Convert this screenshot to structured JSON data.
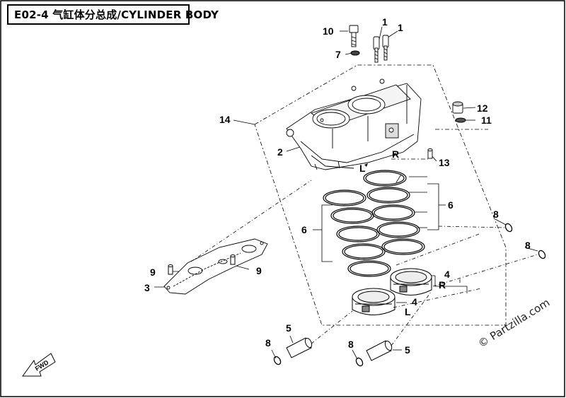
{
  "title": "E02-4 气缸体分总成/CYLINDER BODY",
  "watermark": "© Partzilla.com",
  "fwd_label": "FWD",
  "callouts": [
    {
      "id": "c1a",
      "text": "1"
    },
    {
      "id": "c1b",
      "text": "1"
    },
    {
      "id": "c10",
      "text": "10"
    },
    {
      "id": "c7",
      "text": "7"
    },
    {
      "id": "c14",
      "text": "14"
    },
    {
      "id": "c2",
      "text": "2"
    },
    {
      "id": "cR1",
      "text": "R"
    },
    {
      "id": "cL1",
      "text": "L"
    },
    {
      "id": "c12",
      "text": "12"
    },
    {
      "id": "c11",
      "text": "11"
    },
    {
      "id": "c13",
      "text": "13"
    },
    {
      "id": "c6a",
      "text": "6"
    },
    {
      "id": "c6b",
      "text": "6"
    },
    {
      "id": "c8a",
      "text": "8"
    },
    {
      "id": "c8b",
      "text": "8"
    },
    {
      "id": "c9a",
      "text": "9"
    },
    {
      "id": "c9b",
      "text": "9"
    },
    {
      "id": "c3",
      "text": "3"
    },
    {
      "id": "c4a",
      "text": "4"
    },
    {
      "id": "cR2",
      "text": "R"
    },
    {
      "id": "c4b",
      "text": "4"
    },
    {
      "id": "cL2",
      "text": "L"
    },
    {
      "id": "c5a",
      "text": "5"
    },
    {
      "id": "c8c",
      "text": "8"
    },
    {
      "id": "c8d",
      "text": "8"
    },
    {
      "id": "c5b",
      "text": "5"
    }
  ],
  "colors": {
    "line": "#000000",
    "background": "#ffffff",
    "frame": "#000000"
  }
}
